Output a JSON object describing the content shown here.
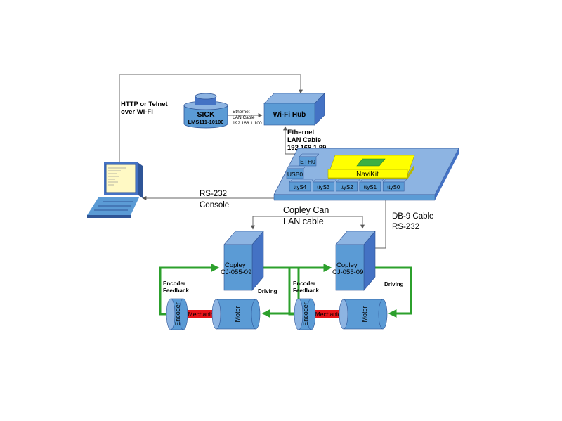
{
  "nodes": {
    "sick": {
      "name": "SICK",
      "model": "LMS111-10100"
    },
    "wifi_hub": {
      "label": "Wi-Fi Hub"
    },
    "navikit": {
      "label": "NaviKit"
    },
    "eth0": {
      "label": "ETH0"
    },
    "usb0": {
      "label": "USB0"
    },
    "ports": [
      "ttyS4",
      "ttyS3",
      "ttyS2",
      "ttyS1",
      "ttyS0"
    ],
    "copley_1": {
      "line1": "Copley",
      "line2": "CJ-055-09"
    },
    "copley_2": {
      "line1": "Copley",
      "line2": "CJ-055-09"
    },
    "encoder_label": "Encoder",
    "mechanics_label": "Mechanics",
    "motor_label": "Motor"
  },
  "edges": {
    "http_telnet": {
      "line1": "HTTP or Telnet",
      "line2": "over Wi-Fi"
    },
    "sick_link": {
      "line1": "Ethernet",
      "line2": "LAN Cable",
      "line3": "192.168.1.100"
    },
    "hub_link": {
      "line1": "Ethernet",
      "line2": "LAN Cable",
      "line3": "192.168.1.99"
    },
    "rs232_console": {
      "line1": "RS-232",
      "line2": "Console"
    },
    "can_cable": {
      "line1": "Copley Can",
      "line2": "LAN cable"
    },
    "db9_cable": {
      "line1": "DB-9 Cable",
      "line2": "RS-232"
    },
    "encoder_feedback": {
      "line1": "Encoder",
      "line2": "Feedback"
    },
    "driving": "Driving"
  },
  "colors": {
    "box_front": "#5b9bd5",
    "box_dark": "#4472c4",
    "box_top": "#8db4e2",
    "navikit_yellow": "#ffff00",
    "navikit_green": "#3cb043",
    "mechanics_red": "#e8141a",
    "feedback_green": "#2ca02c"
  }
}
